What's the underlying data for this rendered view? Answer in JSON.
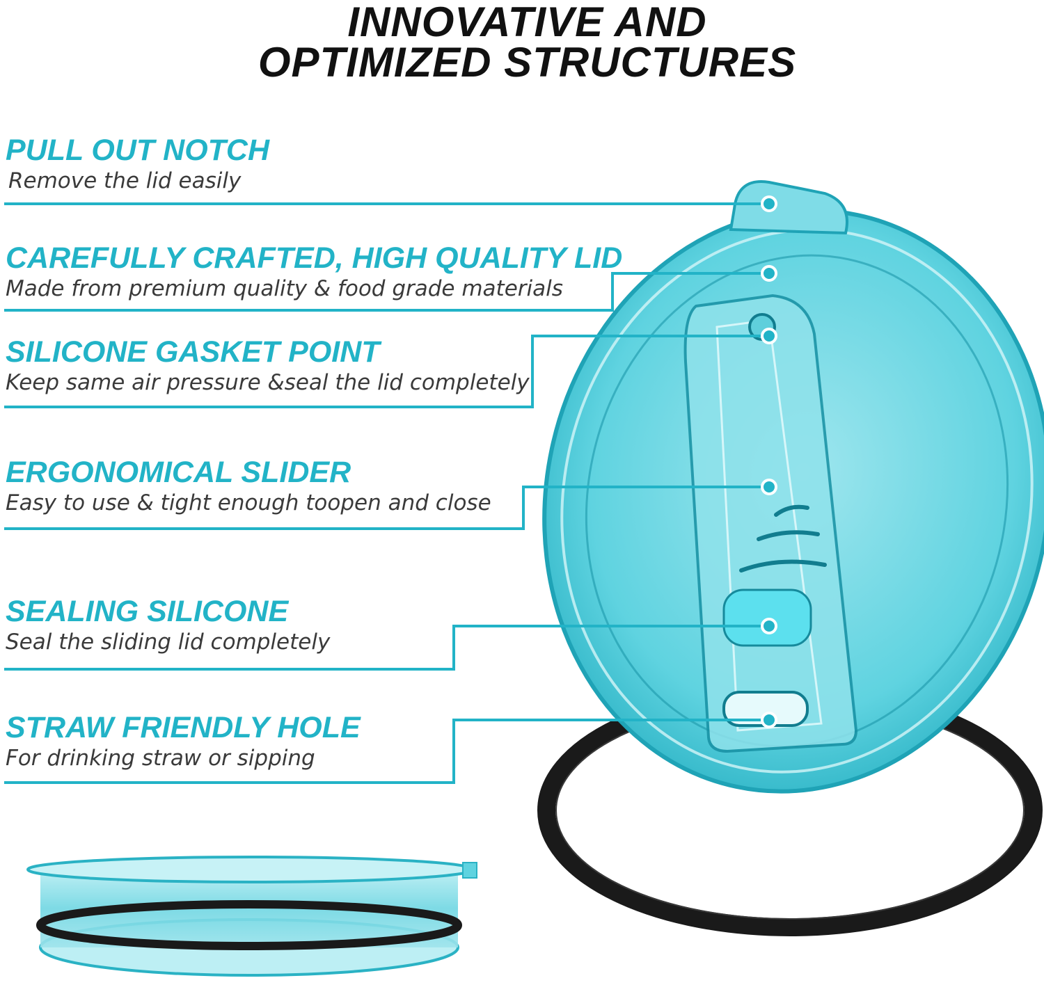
{
  "title": {
    "line1": "INNOVATIVE AND",
    "line2": "OPTIMIZED STRUCTURES"
  },
  "features": [
    {
      "heading": "PULL OUT NOTCH",
      "description": "Remove the lid easily"
    },
    {
      "heading": "CAREFULLY CRAFTED, HIGH QUALITY LID",
      "description": "Made from premium quality & food grade materials"
    },
    {
      "heading": "SILICONE GASKET POINT",
      "description": "Keep same air pressure &seal the lid completely"
    },
    {
      "heading": "ERGONOMICAL SLIDER",
      "description": "Easy to use & tight enough toopen and close"
    },
    {
      "heading": "SEALING SILICONE",
      "description": "Seal the sliding lid completely"
    },
    {
      "heading": "STRAW FRIENDLY HOLE",
      "description": "For drinking straw or sipping"
    }
  ],
  "colors": {
    "accent": "#22b3c7",
    "lid": "#3cc6d6",
    "gasket": "#1a1a1a",
    "text": "#3a3a3a"
  }
}
